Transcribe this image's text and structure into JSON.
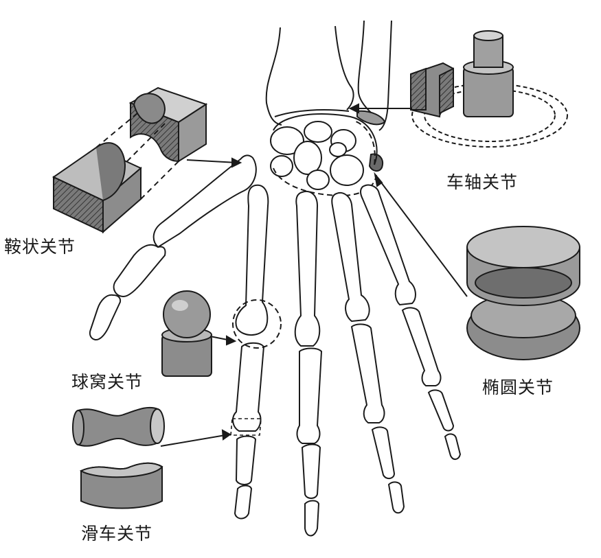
{
  "labels": {
    "saddle_joint": "鞍状关节",
    "pivot_joint": "车轴关节",
    "ball_socket_joint": "球窝关节",
    "ellipsoid_joint": "椭圆关节",
    "hinge_joint": "滑车关节"
  },
  "colors": {
    "bone_outline": "#1a1a1a",
    "model_fill": "#8c8c8c",
    "model_dark": "#5a5a5a",
    "model_light": "#bdbdbd",
    "background": "#ffffff"
  }
}
